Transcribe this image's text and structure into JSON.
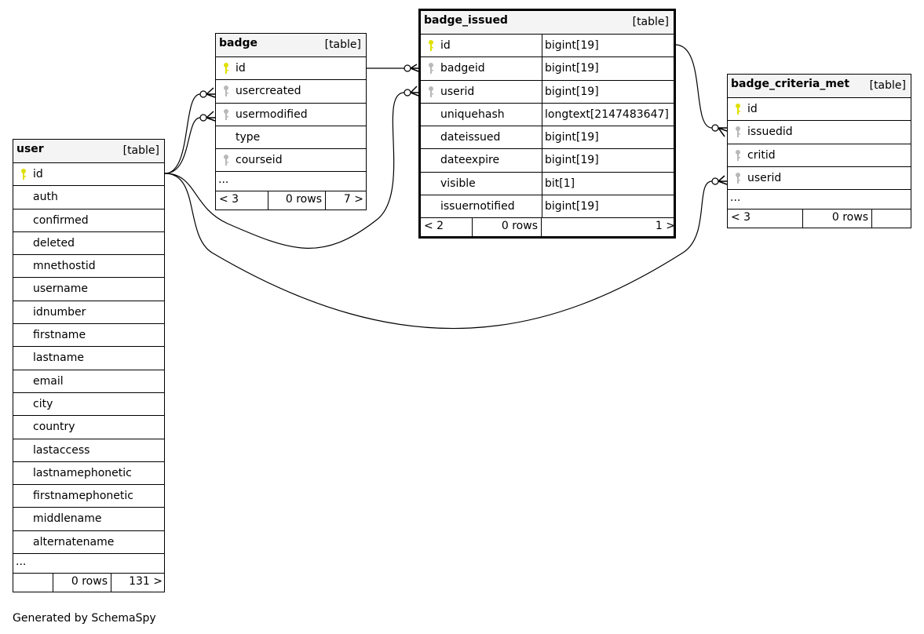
{
  "footer": "Generated by SchemaSpy",
  "colors": {
    "primary_key": "#e0e000",
    "foreign_key": "#b8b8b8",
    "header_bg": "#f4f4f4"
  },
  "tables": [
    {
      "id": "user",
      "name": "user",
      "type": "[table]",
      "columns": [
        {
          "name": "id",
          "key": "pk"
        },
        {
          "name": "auth"
        },
        {
          "name": "confirmed"
        },
        {
          "name": "deleted"
        },
        {
          "name": "mnethostid"
        },
        {
          "name": "username"
        },
        {
          "name": "idnumber"
        },
        {
          "name": "firstname"
        },
        {
          "name": "lastname"
        },
        {
          "name": "email"
        },
        {
          "name": "city"
        },
        {
          "name": "country"
        },
        {
          "name": "lastaccess"
        },
        {
          "name": "lastnamephonetic"
        },
        {
          "name": "firstnamephonetic"
        },
        {
          "name": "middlename"
        },
        {
          "name": "alternatename"
        }
      ],
      "more": "...",
      "footer": [
        "",
        "0 rows",
        "131 >"
      ]
    },
    {
      "id": "badge",
      "name": "badge",
      "type": "[table]",
      "columns": [
        {
          "name": "id",
          "key": "pk"
        },
        {
          "name": "usercreated",
          "key": "fk"
        },
        {
          "name": "usermodified",
          "key": "fk"
        },
        {
          "name": "type"
        },
        {
          "name": "courseid",
          "key": "fk"
        }
      ],
      "more": "...",
      "footer": [
        "< 3",
        "0 rows",
        "7 >"
      ]
    },
    {
      "id": "badge_issued",
      "name": "badge_issued",
      "type": "[table]",
      "columns": [
        {
          "name": "id",
          "key": "pk",
          "dtype": "bigint[19]"
        },
        {
          "name": "badgeid",
          "key": "fk",
          "dtype": "bigint[19]"
        },
        {
          "name": "userid",
          "key": "fk",
          "dtype": "bigint[19]"
        },
        {
          "name": "uniquehash",
          "dtype": "longtext[2147483647]"
        },
        {
          "name": "dateissued",
          "dtype": "bigint[19]"
        },
        {
          "name": "dateexpire",
          "dtype": "bigint[19]"
        },
        {
          "name": "visible",
          "dtype": "bit[1]"
        },
        {
          "name": "issuernotified",
          "dtype": "bigint[19]"
        }
      ],
      "footer": [
        "< 2",
        "0 rows",
        "1 >"
      ]
    },
    {
      "id": "badge_criteria_met",
      "name": "badge_criteria_met",
      "type": "[table]",
      "columns": [
        {
          "name": "id",
          "key": "pk"
        },
        {
          "name": "issuedid",
          "key": "fk"
        },
        {
          "name": "critid",
          "key": "fk"
        },
        {
          "name": "userid",
          "key": "fk"
        }
      ],
      "more": "...",
      "footer": [
        "< 3",
        "0 rows",
        ""
      ]
    }
  ],
  "relationships": [
    {
      "from": "user.id",
      "to": "badge.usercreated"
    },
    {
      "from": "user.id",
      "to": "badge.usermodified"
    },
    {
      "from": "user.id",
      "to": "badge_issued.userid"
    },
    {
      "from": "user.id",
      "to": "badge_criteria_met.userid"
    },
    {
      "from": "badge.id",
      "to": "badge_issued.badgeid"
    },
    {
      "from": "badge_issued.id",
      "to": "badge_criteria_met.issuedid"
    }
  ]
}
